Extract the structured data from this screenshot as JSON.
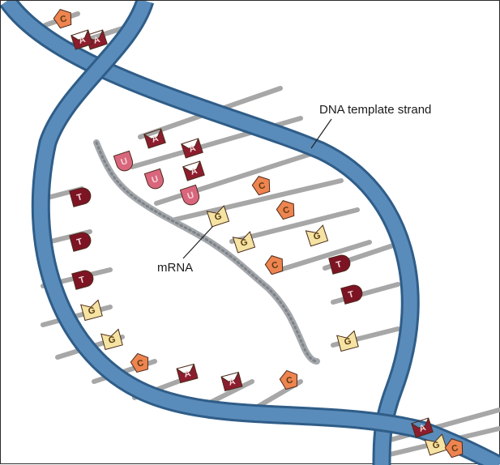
{
  "labels": {
    "template_strand": "DNA  template strand",
    "mrna": "mRNA"
  },
  "colors": {
    "backbone": "#4f7fad",
    "backbone_dark": "#2f5d88",
    "rung": "#a7a7a7",
    "rna_strand": "#a4a8ac",
    "adenine": "#8c1d2e",
    "thymine": "#7d1424",
    "cytosine": "#ee8450",
    "guanine": "#f4e3a2",
    "uracil": "#d9667d"
  },
  "bases": [
    {
      "letter": "C",
      "kind": "cytosine"
    },
    {
      "letter": "A",
      "kind": "adenine"
    },
    {
      "letter": "A",
      "kind": "adenine"
    },
    {
      "letter": "U",
      "kind": "uracil"
    },
    {
      "letter": "A",
      "kind": "adenine"
    },
    {
      "letter": "A",
      "kind": "adenine"
    },
    {
      "letter": "U",
      "kind": "uracil"
    },
    {
      "letter": "A",
      "kind": "adenine"
    },
    {
      "letter": "U",
      "kind": "uracil"
    },
    {
      "letter": "C",
      "kind": "cytosine"
    },
    {
      "letter": "G",
      "kind": "guanine"
    },
    {
      "letter": "C",
      "kind": "cytosine"
    },
    {
      "letter": "G",
      "kind": "guanine"
    },
    {
      "letter": "G",
      "kind": "guanine"
    },
    {
      "letter": "C",
      "kind": "cytosine"
    },
    {
      "letter": "T",
      "kind": "thymine"
    },
    {
      "letter": "T",
      "kind": "thymine"
    },
    {
      "letter": "T",
      "kind": "thymine"
    },
    {
      "letter": "T",
      "kind": "thymine"
    },
    {
      "letter": "T",
      "kind": "thymine"
    },
    {
      "letter": "G",
      "kind": "guanine"
    },
    {
      "letter": "G",
      "kind": "guanine"
    },
    {
      "letter": "C",
      "kind": "cytosine"
    },
    {
      "letter": "A",
      "kind": "adenine"
    },
    {
      "letter": "A",
      "kind": "adenine"
    },
    {
      "letter": "C",
      "kind": "cytosine"
    },
    {
      "letter": "G",
      "kind": "guanine"
    },
    {
      "letter": "A",
      "kind": "adenine"
    },
    {
      "letter": "G",
      "kind": "guanine"
    },
    {
      "letter": "C",
      "kind": "cytosine"
    }
  ]
}
